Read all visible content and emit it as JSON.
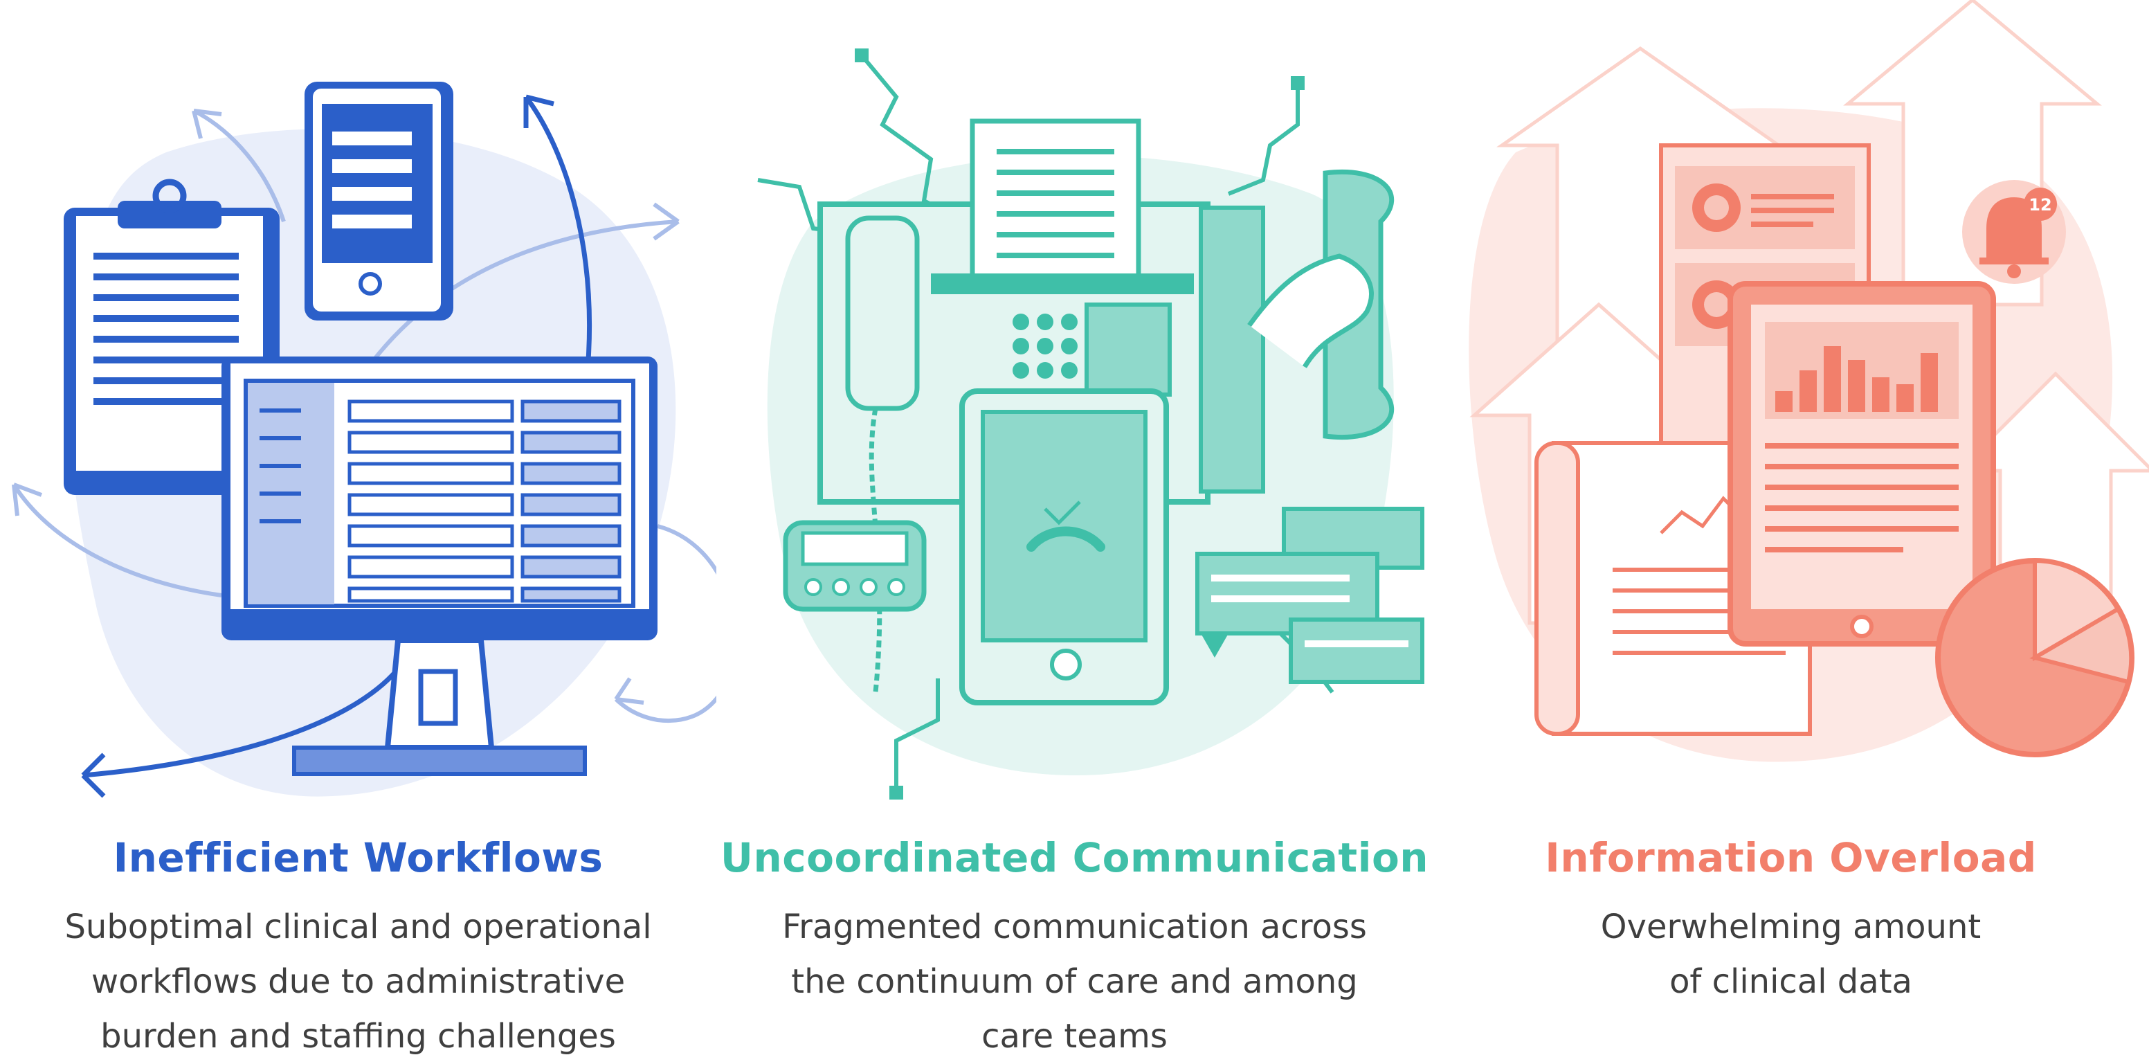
{
  "colors": {
    "workflows": "#2b5fc9",
    "communication": "#3fbfa8",
    "overload": "#f27f6b",
    "body_text": "#3f3f3f"
  },
  "panels": [
    {
      "title": "Inefficient Workflows",
      "description_lines": [
        "Suboptimal clinical and operational",
        "workflows due to administrative",
        "burden and staffing challenges"
      ],
      "icons": [
        "clipboard-icon",
        "smartphone-icon",
        "desktop-monitor-icon",
        "curved-arrow-icon"
      ]
    },
    {
      "title": "Uncoordinated Communication",
      "description_lines": [
        "Fragmented communication across",
        "the continuum of care and among",
        "care teams"
      ],
      "icons": [
        "fax-machine-icon",
        "telephone-handset-icon",
        "pager-icon",
        "smartphone-call-icon",
        "chat-bubbles-icon"
      ]
    },
    {
      "title": "Information Overload",
      "description_lines": [
        "Overwhelming amount",
        "of clinical data"
      ],
      "notification_badge": "12",
      "icons": [
        "document-icon",
        "tablet-chart-icon",
        "newspaper-icon",
        "pie-chart-icon",
        "bell-icon",
        "up-arrow-icon"
      ]
    }
  ]
}
